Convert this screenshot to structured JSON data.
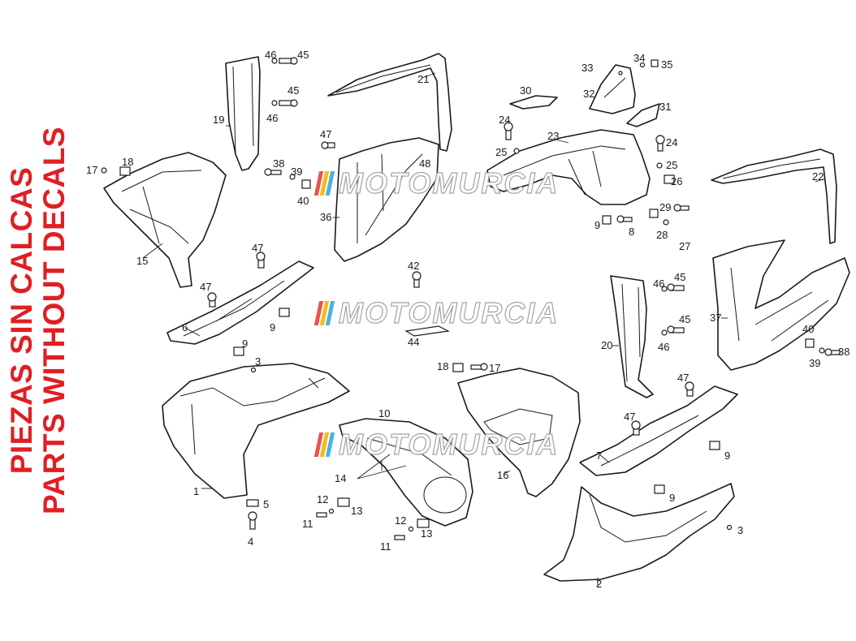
{
  "side_title": {
    "line1": "PIEZAS SIN CALCAS",
    "line2": "PARTS WITHOUT DECALS",
    "color": "#e01f23"
  },
  "watermark": {
    "text": "MOTOMURCIA",
    "stripe_colors": [
      "#e8413a",
      "#f4b400",
      "#37a9e1"
    ]
  },
  "callouts": [
    "1",
    "2",
    "3",
    "4",
    "5",
    "6",
    "7",
    "8",
    "9",
    "10",
    "11",
    "12",
    "13",
    "14",
    "15",
    "16",
    "17",
    "18",
    "19",
    "20",
    "21",
    "22",
    "23",
    "24",
    "25",
    "26",
    "27",
    "28",
    "29",
    "30",
    "31",
    "32",
    "33",
    "34",
    "35",
    "36",
    "37",
    "38",
    "39",
    "40",
    "42",
    "44",
    "45",
    "46",
    "47",
    "48"
  ]
}
